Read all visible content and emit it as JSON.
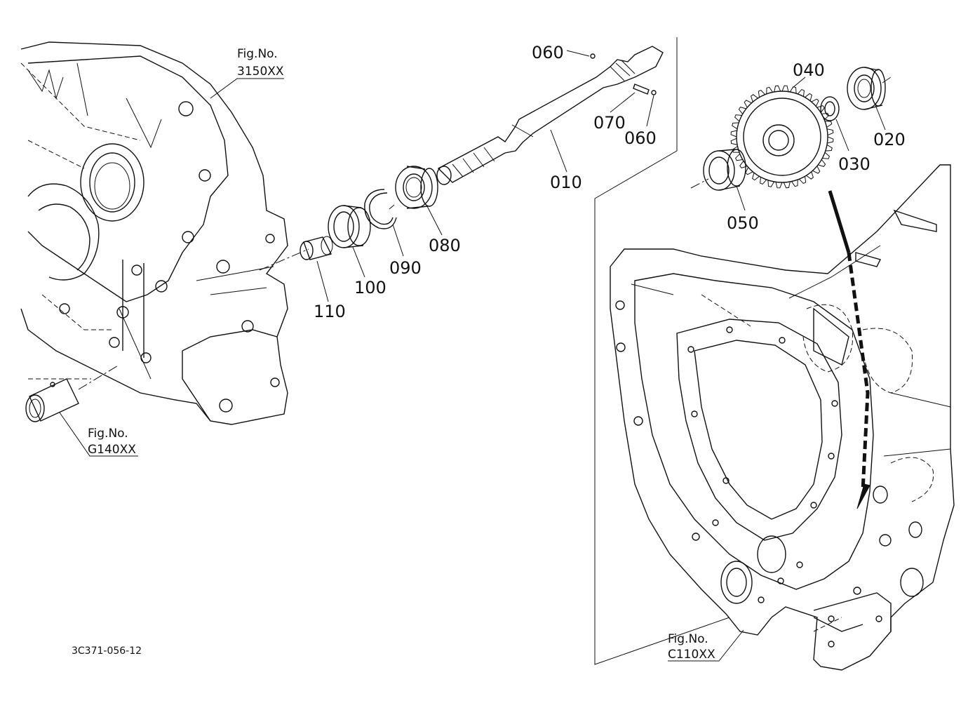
{
  "parts": {
    "p010": "010",
    "p020": "020",
    "p030": "030",
    "p040": "040",
    "p050": "050",
    "p060a": "060",
    "p060b": "060",
    "p070": "070",
    "p080": "080",
    "p090": "090",
    "p100": "100",
    "p110": "110"
  },
  "figure_refs": {
    "top": {
      "label": "Fig.No.",
      "code": "3150XX"
    },
    "left": {
      "label": "Fig.No.",
      "code": "G140XX"
    },
    "bottom": {
      "label": "Fig.No.",
      "code": "C110XX"
    }
  },
  "diagram_code": "3C371-056-12"
}
